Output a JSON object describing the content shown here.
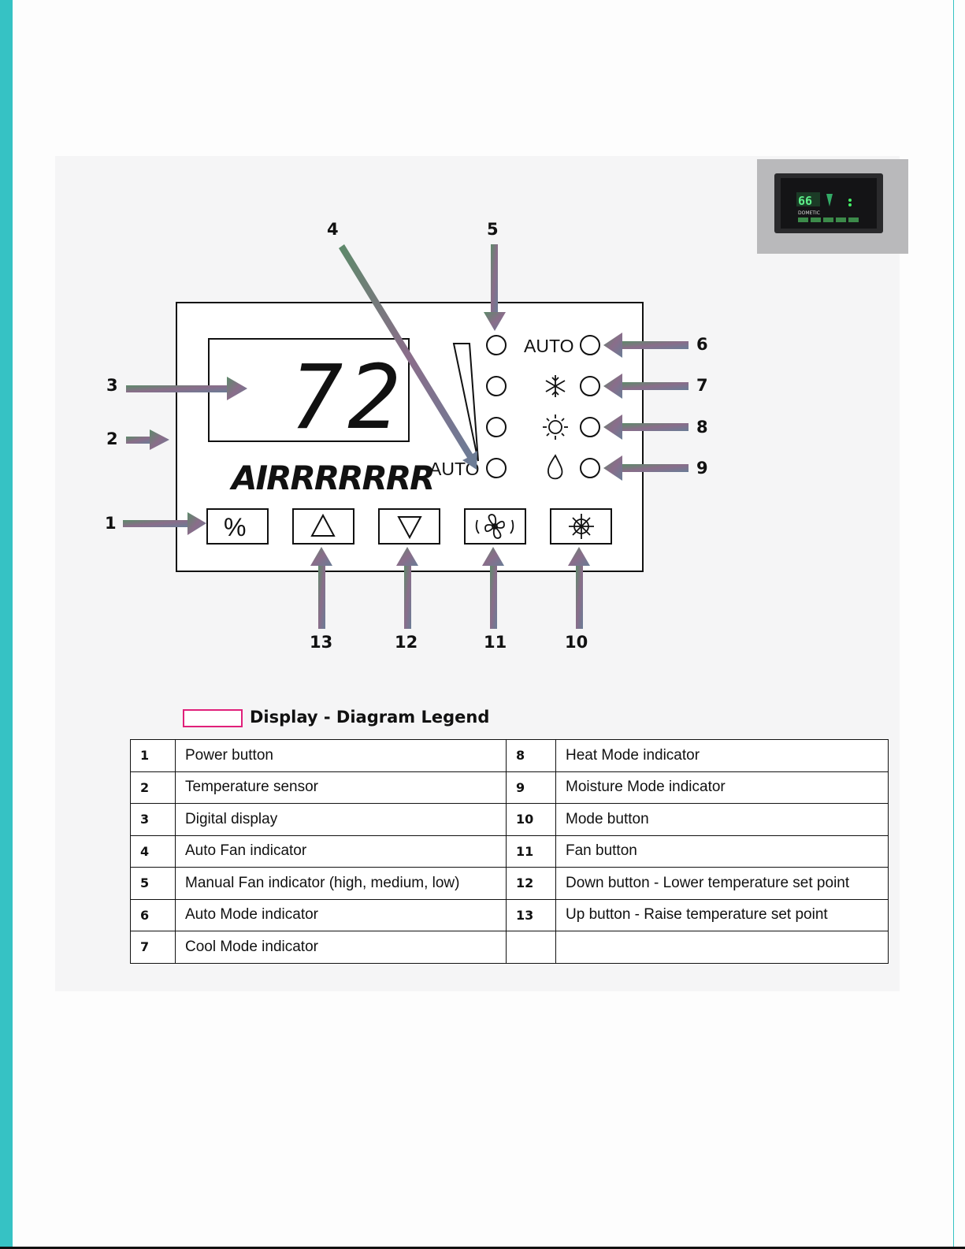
{
  "diagram": {
    "temperature": "72",
    "brand": "AIRRRRRRR",
    "auto_label_fan": "AUTO",
    "auto_label_mode": "AUTO",
    "callouts": [
      "1",
      "2",
      "3",
      "4",
      "5",
      "6",
      "7",
      "8",
      "9",
      "10",
      "11",
      "12",
      "13"
    ],
    "buttons": [
      {
        "icon": "percent-icon",
        "glyph": "%"
      },
      {
        "icon": "up-triangle-icon"
      },
      {
        "icon": "down-triangle-icon"
      },
      {
        "icon": "fan-icon"
      },
      {
        "icon": "mode-snowflake-sun-icon"
      }
    ],
    "mode_icons": [
      "snowflake-icon",
      "sun-icon",
      "drop-icon"
    ],
    "photo_display": "66",
    "photo_brand": "DOMETIC"
  },
  "legend": {
    "title": "Display - Diagram Legend",
    "rows": [
      {
        "n1": "1",
        "d1": "Power button",
        "n2": "8",
        "d2": "Heat Mode indicator"
      },
      {
        "n1": "2",
        "d1": "Temperature sensor",
        "n2": "9",
        "d2": "Moisture Mode indicator"
      },
      {
        "n1": "3",
        "d1": "Digital display",
        "n2": "10",
        "d2": "Mode button"
      },
      {
        "n1": "4",
        "d1": "Auto Fan indicator",
        "n2": "11",
        "d2": "Fan button"
      },
      {
        "n1": "5",
        "d1": "Manual Fan indicator (high, medium, low)",
        "n2": "12",
        "d2": "Down button - Lower temperature set point"
      },
      {
        "n1": "6",
        "d1": "Auto Mode indicator",
        "n2": "13",
        "d2": "Up button - Raise temperature set point"
      },
      {
        "n1": "7",
        "d1": "Cool Mode indicator",
        "n2": "",
        "d2": ""
      }
    ]
  },
  "colors": {
    "accent": "#36c2c4",
    "legend_box": "#e0207a",
    "arrow": "#7d6e86"
  }
}
